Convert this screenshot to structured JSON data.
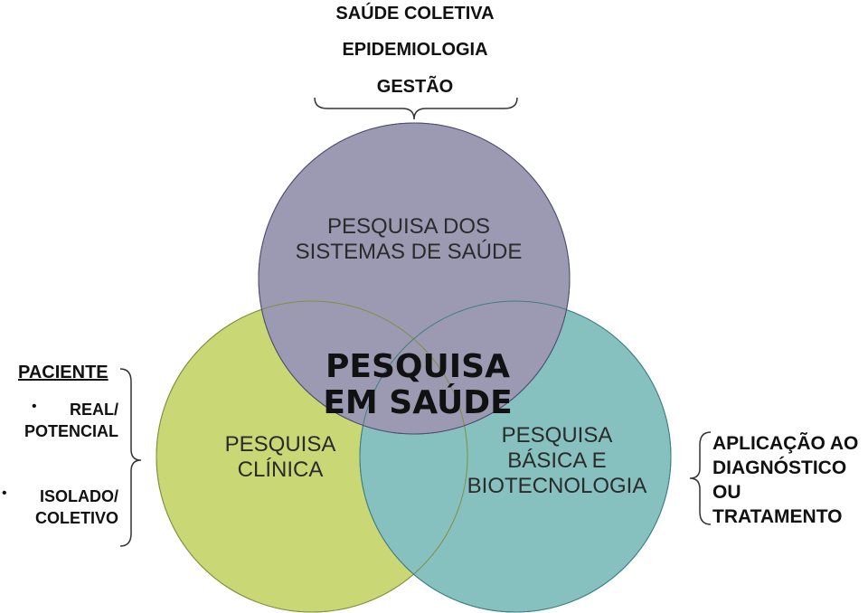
{
  "top_labels": [
    "SAÚDE COLETIVA",
    "EPIDEMIOLOGIA",
    "GESTÃO"
  ],
  "circles": {
    "top": {
      "lines": [
        "PESQUISA DOS",
        "SISTEMAS DE SAÚDE"
      ],
      "color": "#9b9ab2"
    },
    "left": {
      "lines": [
        "PESQUISA",
        "CLÍNICA"
      ],
      "color": "#c9d874"
    },
    "right": {
      "lines": [
        "PESQUISA",
        "BÁSICA E",
        "BIOTECNOLOGIA"
      ],
      "color": "#86c1bf"
    }
  },
  "center": {
    "lines": [
      "PESQUISA",
      "EM SAÚDE"
    ]
  },
  "left_labels": {
    "heading": "PACIENTE",
    "items": [
      {
        "lines": [
          "REAL/",
          "POTENCIAL"
        ]
      },
      {
        "lines": [
          "ISOLADO/",
          "COLETIVO"
        ]
      }
    ]
  },
  "right_labels": {
    "lines": [
      "APLICAÇÃO AO",
      "DIAGNÓSTICO",
      "OU",
      "TRATAMENTO"
    ]
  }
}
